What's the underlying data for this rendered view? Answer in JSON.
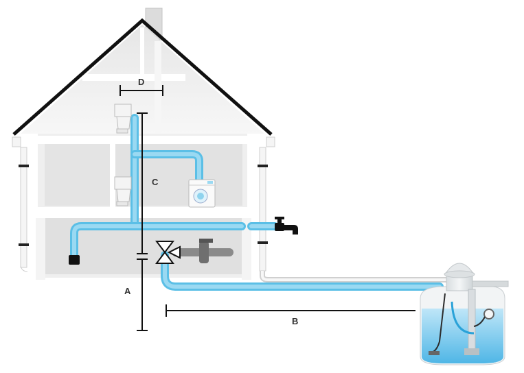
{
  "labels": {
    "a": "A",
    "b": "B",
    "c": "C",
    "d": "D"
  },
  "colors": {
    "pipe": "#8fd3ee",
    "pipe_dark": "#5bbfe6",
    "water": "#6cc6ee",
    "wall": "#ececec",
    "wall_shadow": "#d6d6d6",
    "roof": "#111111",
    "dimension": "#111111",
    "fixture": "#f2f2f2",
    "gray_pipe": "#7d7d7d"
  },
  "icons": [
    "toilet-icon",
    "toilet-icon",
    "washing-machine-icon",
    "tap-icon",
    "valve-icon",
    "pump-icon",
    "tank-icon"
  ]
}
